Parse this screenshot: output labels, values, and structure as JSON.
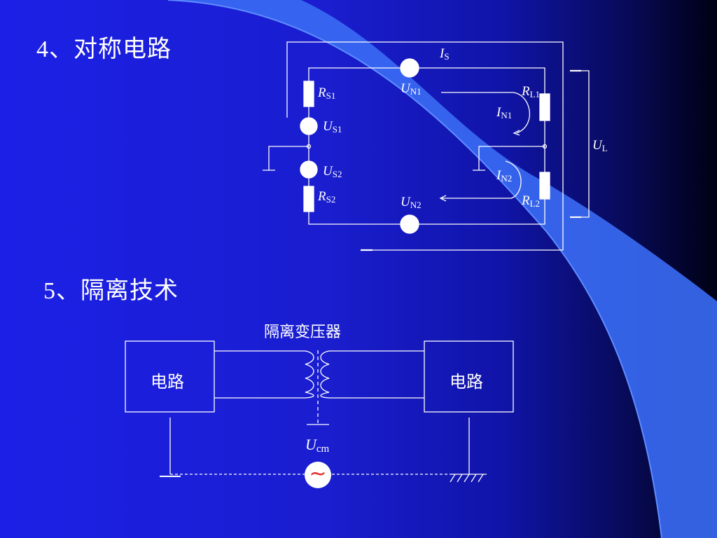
{
  "slide": {
    "colors": {
      "background_left": "#1c20e6",
      "background_right": "#000014",
      "lines": "#ffffff",
      "swoosh": "#3a6cf4"
    }
  },
  "section4": {
    "heading": "4、对称电路",
    "labels": {
      "is_main": "I",
      "is_sub": "S",
      "un1_main": "U",
      "un1_sub": "N1",
      "rs1_main": "R",
      "rs1_sub": "S1",
      "us1_main": "U",
      "us1_sub": "S1",
      "us2_main": "U",
      "us2_sub": "S2",
      "rs2_main": "R",
      "rs2_sub": "S2",
      "un2_main": "U",
      "un2_sub": "N2",
      "rl1_main": "R",
      "rl1_sub": "L1",
      "in1_main": "I",
      "in1_sub": "N1",
      "in2_main": "I",
      "in2_sub": "N2",
      "rl2_main": "R",
      "rl2_sub": "L2",
      "ul_main": "U",
      "ul_sub": "L"
    }
  },
  "section5": {
    "heading": "5、隔离技术",
    "transformer_caption": "隔离变压器",
    "left_box": "电路",
    "right_box": "电路",
    "ucm_main": "U",
    "ucm_sub": "cm",
    "source_symbol": "~"
  }
}
